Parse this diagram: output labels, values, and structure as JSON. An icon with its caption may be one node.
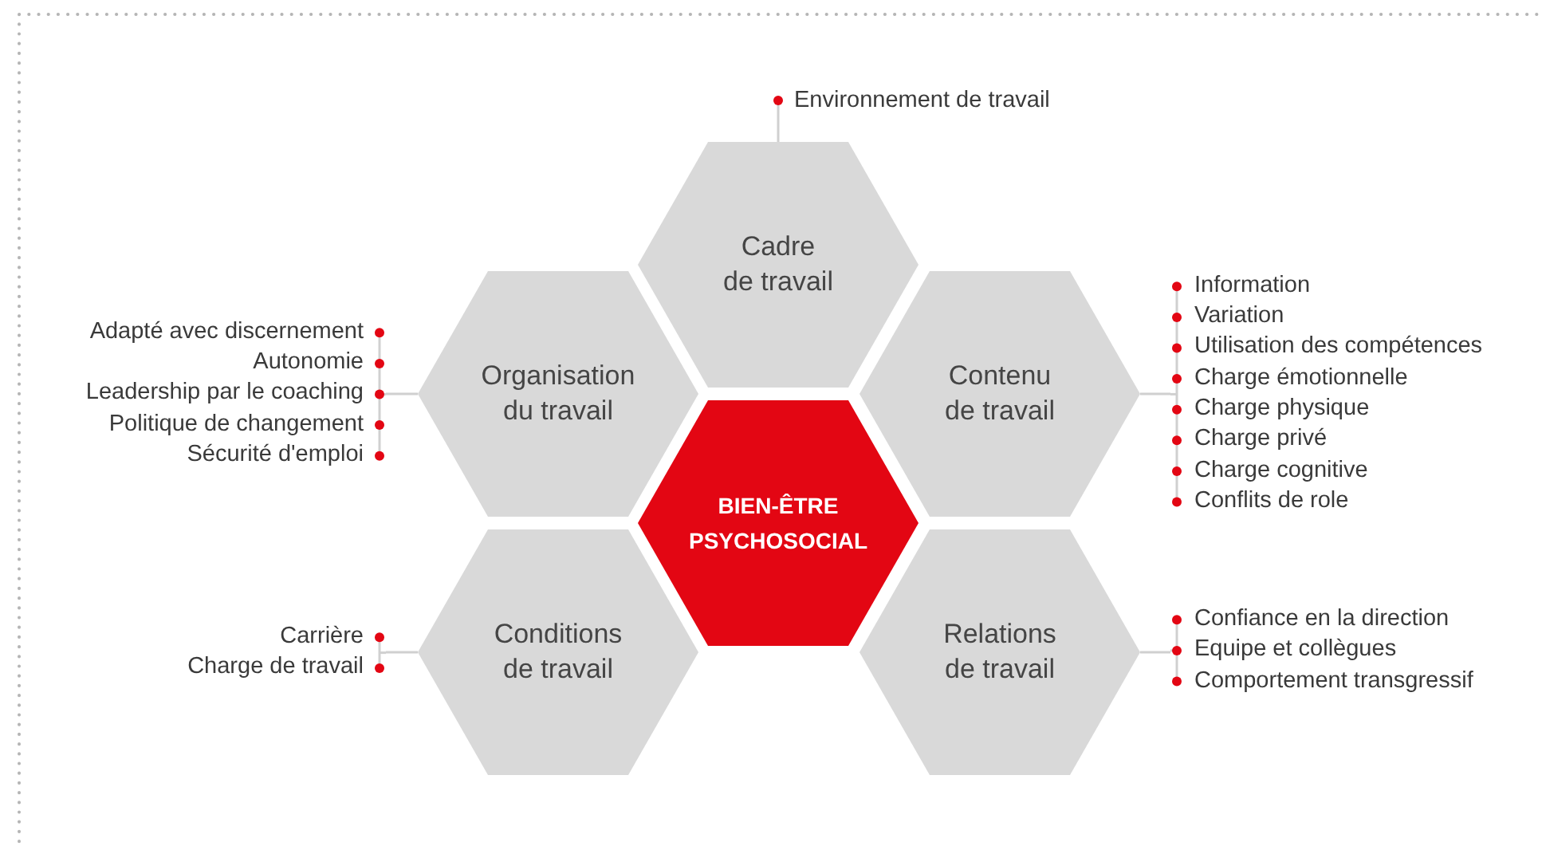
{
  "diagram": {
    "nodes": [
      {
        "text": [
          "Environnement de travail"
        ]
      },
      {
        "text": [
          "Cadre de travail"
        ]
      },
      {
        "text": [
          "Adapté avec discernement",
          "Autonomie",
          "Leadership par le coaching",
          "Politique de changement",
          "Sécurité d'emploi"
        ]
      },
      {
        "text": [
          "Organisation du travail"
        ]
      },
      {
        "text": [
          "Contenu de travail"
        ]
      },
      {
        "text": [
          "Information",
          "Variation",
          "Utilisation des compétences",
          "Charge émotionnelle",
          "Charge physique",
          "Charge privé",
          "Charge cognitive",
          "Conflits de role"
        ]
      },
      {
        "text": [
          "BIEN-ÊTRE PSYCHOSOCIAL"
        ]
      },
      {
        "text": [
          "Carrière",
          "Charge de travail"
        ]
      },
      {
        "text": [
          "Conditions de travail"
        ]
      },
      {
        "text": [
          "Relations de travail"
        ]
      },
      {
        "text": [
          "Confiance en la direction",
          "Equipe et collègues",
          "Comportement transgressif"
        ]
      }
    ],
    "edges": [
      {
        "from": 1,
        "to": 0,
        "arrow": "none"
      },
      {
        "from": 3,
        "to": 2,
        "arrow": "none"
      },
      {
        "from": 4,
        "to": 5,
        "arrow": "none"
      },
      {
        "from": 8,
        "to": 7,
        "arrow": "none"
      },
      {
        "from": 9,
        "to": 10,
        "arrow": "none"
      }
    ]
  }
}
